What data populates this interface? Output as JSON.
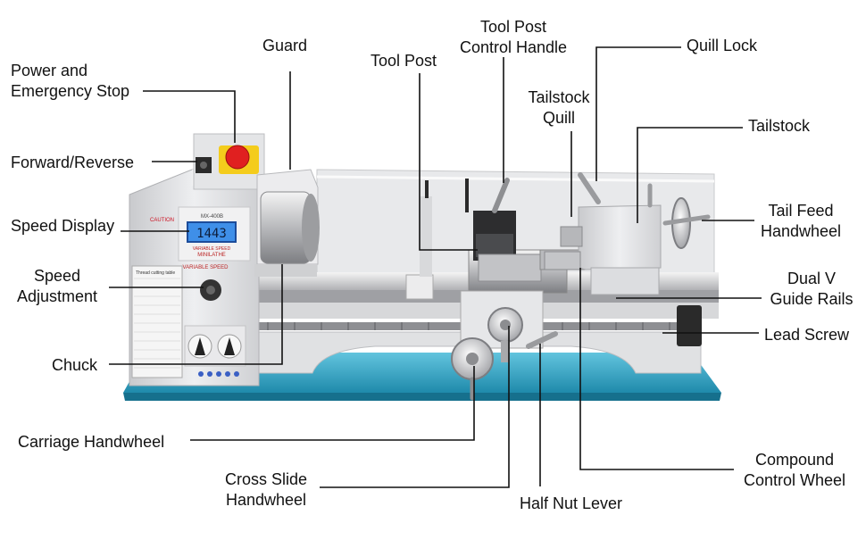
{
  "labels": {
    "power_emergency": [
      "Power and",
      "Emergency Stop"
    ],
    "guard": "Guard",
    "tool_post": "Tool Post",
    "tool_post_handle": [
      "Tool Post",
      "Control Handle"
    ],
    "quill_lock": "Quill Lock",
    "tailstock_quill": [
      "Tailstock",
      "Quill"
    ],
    "tailstock": "Tailstock",
    "forward_reverse": "Forward/Reverse",
    "speed_display": "Speed Display",
    "tail_feed_handwheel": [
      "Tail Feed",
      "Handwheel"
    ],
    "speed_adjustment": [
      "Speed",
      "Adjustment"
    ],
    "dual_v_guide_rails": [
      "Dual V",
      "Guide Rails"
    ],
    "lead_screw": "Lead Screw",
    "chuck": "Chuck",
    "carriage_handwheel": "Carriage Handwheel",
    "compound_control_wheel": [
      "Compound",
      "Control Wheel"
    ],
    "cross_slide_handwheel": [
      "Cross Slide",
      "Handwheel"
    ],
    "half_nut_lever": "Half Nut Lever"
  },
  "machine": {
    "caution": "CAUTION",
    "model": "MX-400B",
    "display_value": "1443",
    "variable_speed": "VARIABLE SPEED",
    "brand": "MINILATHE",
    "knob_label": "VARIABLE SPEED",
    "table_title": "Thread cutting table"
  },
  "colors": {
    "base": "#39a9c8",
    "body": "#dcdde0",
    "display": "#3f8fe8",
    "estop": "#e02020",
    "estop_ring": "#f4cc1c",
    "line": "#111111"
  }
}
